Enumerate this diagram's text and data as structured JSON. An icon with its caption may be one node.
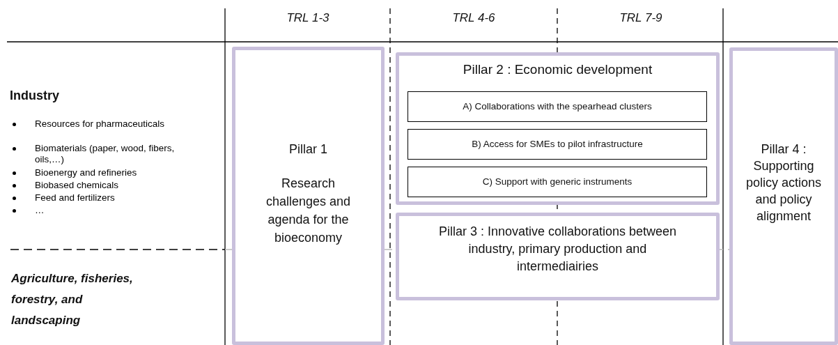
{
  "diagram": {
    "nodes": [
      {
        "text": [
          "Pillar 1",
          "Research challenges and agenda for the bioeconomy"
        ]
      },
      {
        "text": [
          "Pillar 2 : Economic development"
        ]
      },
      {
        "text": [
          "A) Collaborations with the spearhead clusters"
        ],
        "in": 1
      },
      {
        "text": [
          "B) Access for SMEs to pilot infrastructure"
        ],
        "in": 1
      },
      {
        "text": [
          "C) Support with generic instruments"
        ],
        "in": 1
      },
      {
        "text": [
          "Pillar 3 : Innovative collaborations between industry, primary production and intermediairies"
        ]
      },
      {
        "text": [
          "Pillar 4 : Supporting policy actions and policy alignment"
        ]
      }
    ],
    "labels": [
      "TRL 1-3",
      "TRL 4-6",
      "TRL 7-9",
      "Industry",
      "Resources for pharmaceuticals",
      "Biomaterials (paper, wood, fibers, oils,…)",
      "Bioenergy and refineries",
      "Biobased chemicals",
      "Feed and  fertilizers",
      "…",
      "Agriculture, fisheries, forestry, and landscaping"
    ]
  }
}
